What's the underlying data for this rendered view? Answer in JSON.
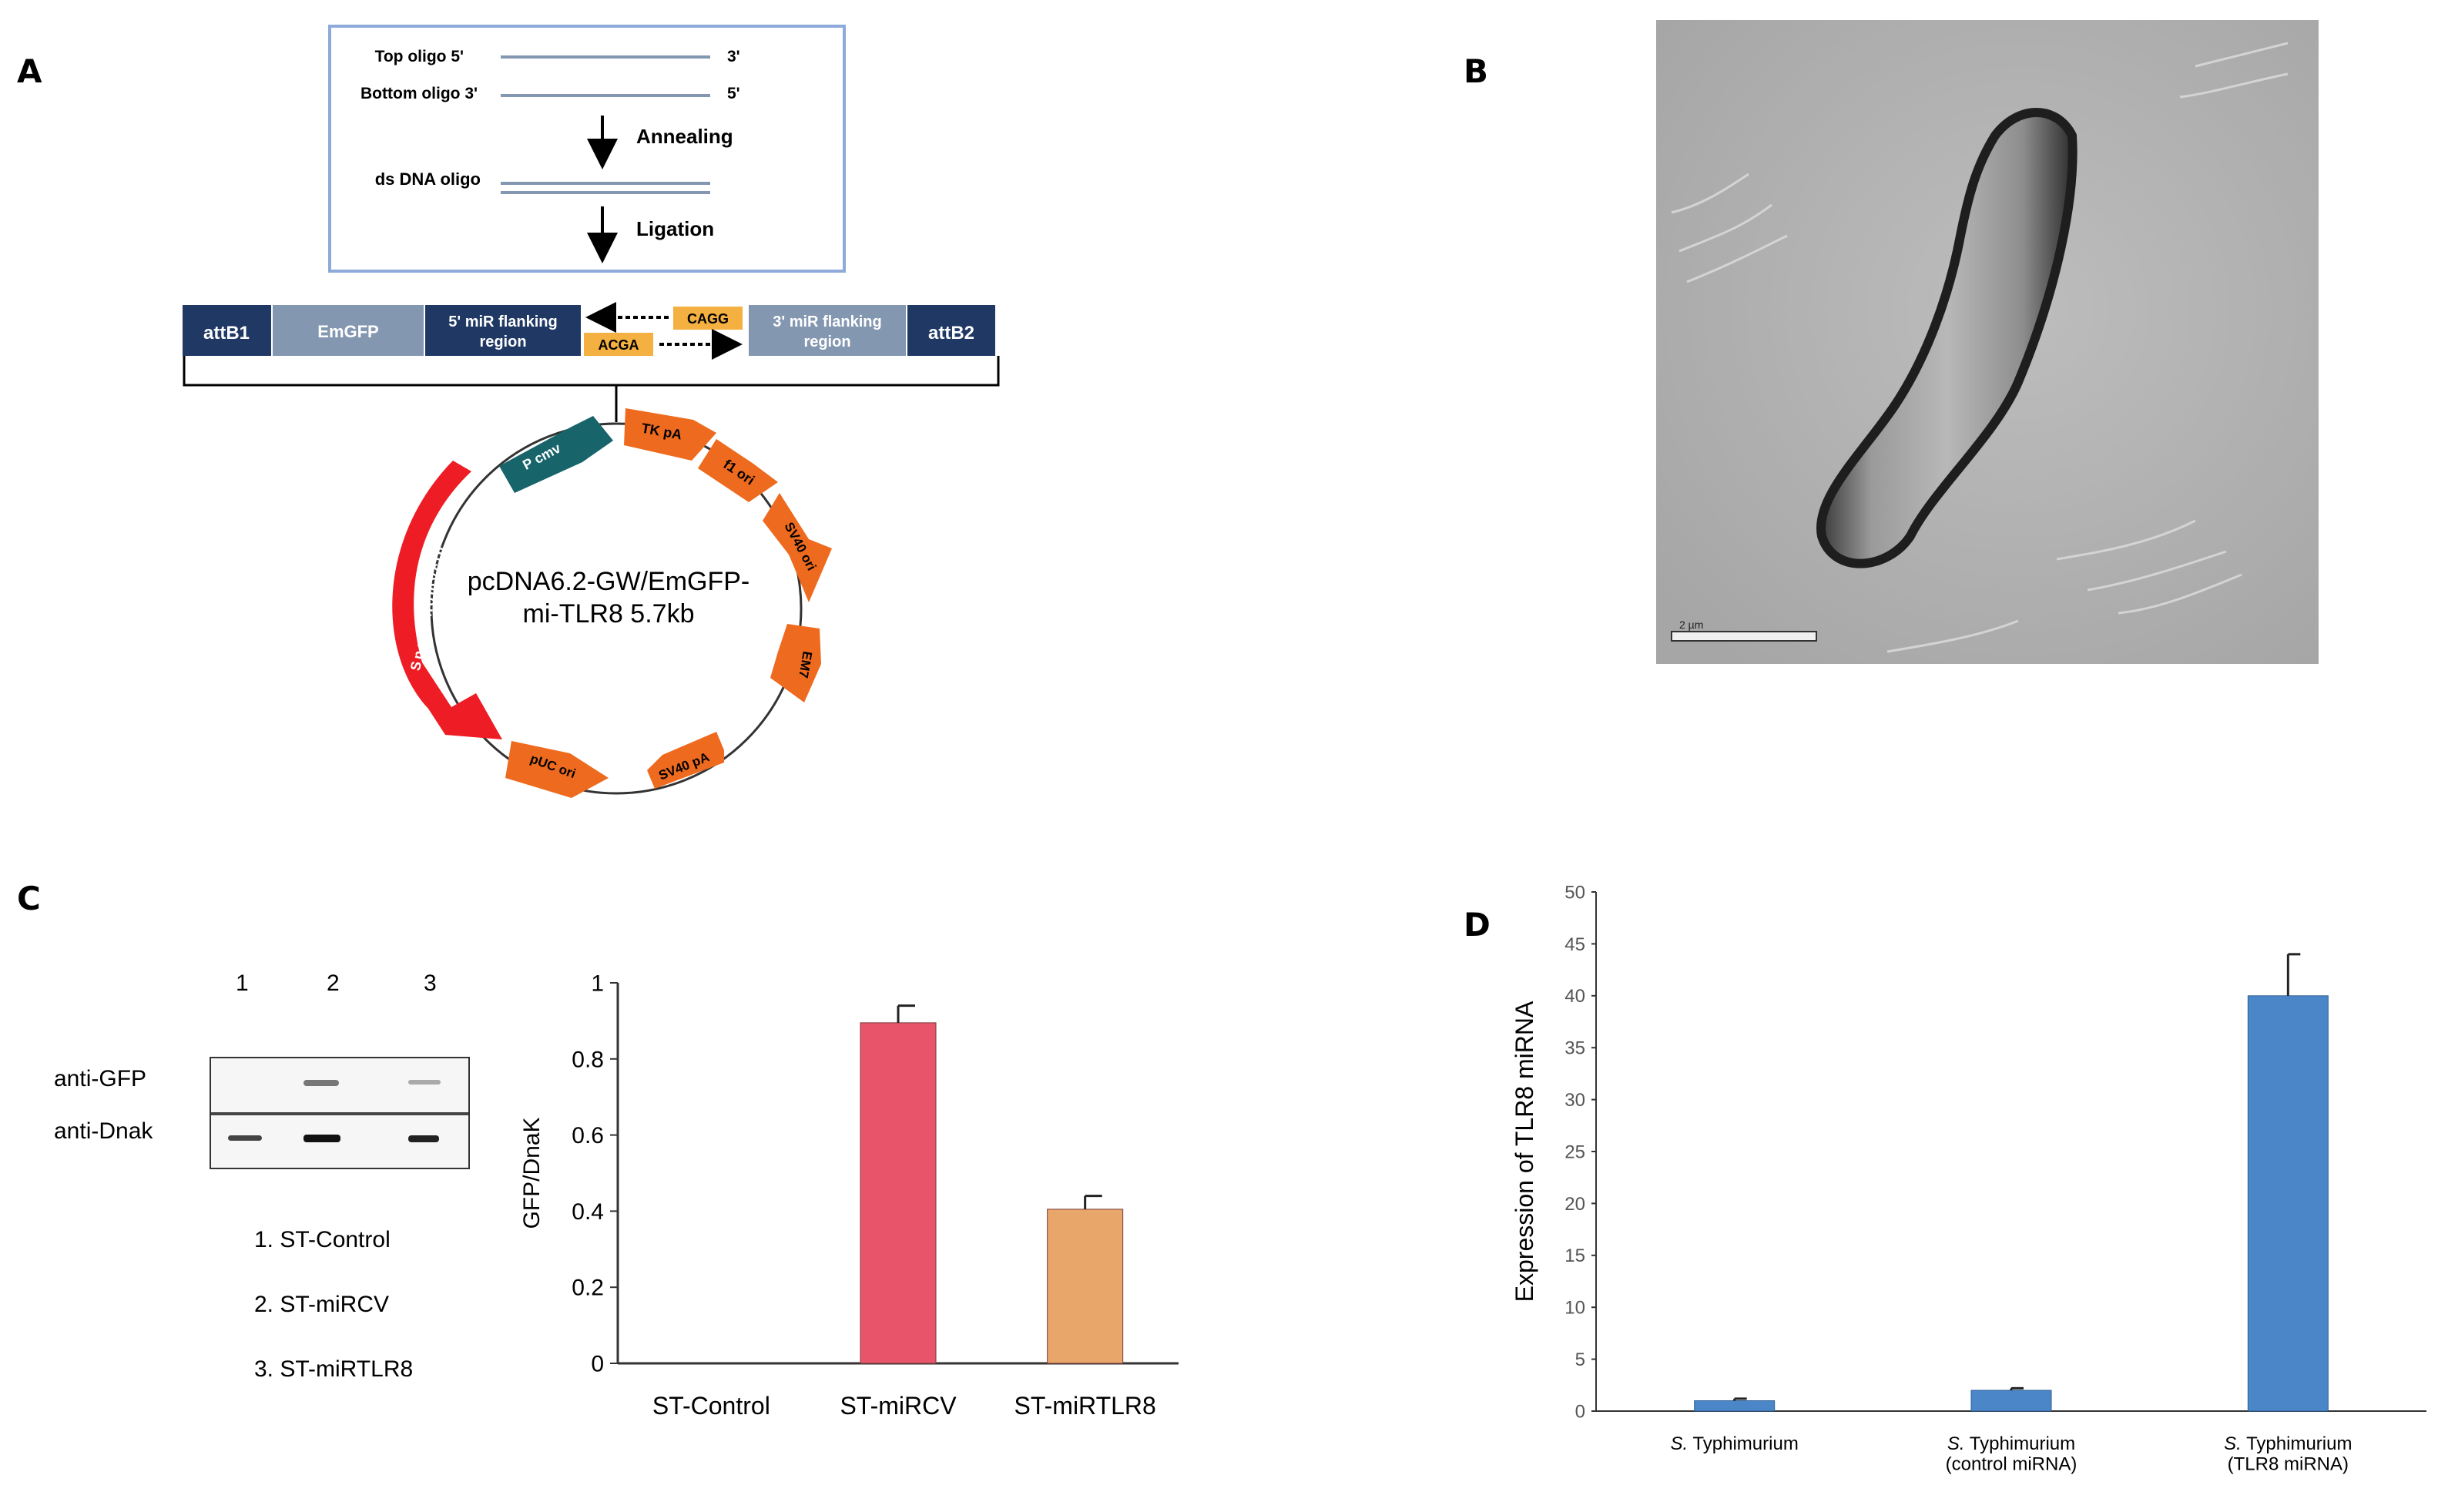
{
  "panels": {
    "a": {
      "letter": "A",
      "oligo": {
        "top_label": "Top oligo 5'",
        "top_end": "3'",
        "bottom_label": "Bottom oligo 3'",
        "bottom_end": "5'",
        "annealing": "Annealing",
        "ds_label": "ds DNA oligo",
        "ligation": "Ligation"
      },
      "construct": {
        "attB1": "attB1",
        "emgfp": "EmGFP",
        "flank5_l1": "5' miR flanking",
        "flank5_l2": "region",
        "cagg": "CAGG",
        "acga": "ACGA",
        "flank3_l1": "3' miR flanking",
        "flank3_l2": "region",
        "attB2": "attB2"
      },
      "plasmid": {
        "name_l1": "pcDNA6.2-GW/EmGFP-",
        "name_l2": "mi-TLR8 5.7kb",
        "features": {
          "pcmv": "P cmv",
          "tkpa": "TK pA",
          "f1ori": "f1 ori",
          "sv40ori": "SV40 ori",
          "em7": "EM7",
          "sv40pa": "SV40 pA",
          "pucori": "pUC ori",
          "spec": "Spectinomycin"
        }
      },
      "colors": {
        "dark_navy": "#1f3864",
        "grey_blue": "#8497b0",
        "orange": "#f4b040",
        "plasmid_orange": "#ee6a1e",
        "plasmid_teal": "#17646a",
        "plasmid_red": "#ee1c24"
      }
    },
    "b": {
      "letter": "B",
      "scale_bar": "2 µm"
    },
    "c": {
      "letter": "C",
      "blot": {
        "lanes": [
          "1",
          "2",
          "3"
        ],
        "rows": [
          "anti-GFP",
          "anti-Dnak"
        ]
      },
      "legend": [
        "1. ST-Control",
        "2. ST-miRCV",
        "3. ST-miRTLR8"
      ]
    },
    "d": {
      "letter": "D"
    }
  },
  "chart_data": [
    {
      "type": "bar",
      "panel": "C",
      "ylabel": "GFP/DnaK",
      "categories": [
        "ST-Control",
        "ST-miRCV",
        "ST-miRTLR8"
      ],
      "values": [
        0,
        0.895,
        0.405
      ],
      "errors": [
        0,
        0.045,
        0.035
      ],
      "colors": [
        "#e8556a",
        "#e8556a",
        "#e8a66b"
      ],
      "ylim": [
        0,
        1
      ],
      "yticks": [
        "0",
        "0.2",
        "0.4",
        "0.6",
        "0.8",
        "1"
      ],
      "grid": false
    },
    {
      "type": "bar",
      "panel": "D",
      "ylabel": "Expression of TLR8 miRNA",
      "categories": [
        [
          "S.",
          " Typhimurium",
          ""
        ],
        [
          "S.",
          " Typhimurium",
          "(control  miRNA)"
        ],
        [
          "S.",
          " Typhimurium",
          "(TLR8  miRNA)"
        ]
      ],
      "values": [
        1,
        2,
        40
      ],
      "errors": [
        0.2,
        0.2,
        4
      ],
      "colors": [
        "#4a86c8",
        "#4a86c8",
        "#4a86c8"
      ],
      "ylim": [
        0,
        50
      ],
      "yticks": [
        "0",
        "5",
        "10",
        "15",
        "20",
        "25",
        "30",
        "35",
        "40",
        "45",
        "50"
      ],
      "grid": false
    }
  ]
}
